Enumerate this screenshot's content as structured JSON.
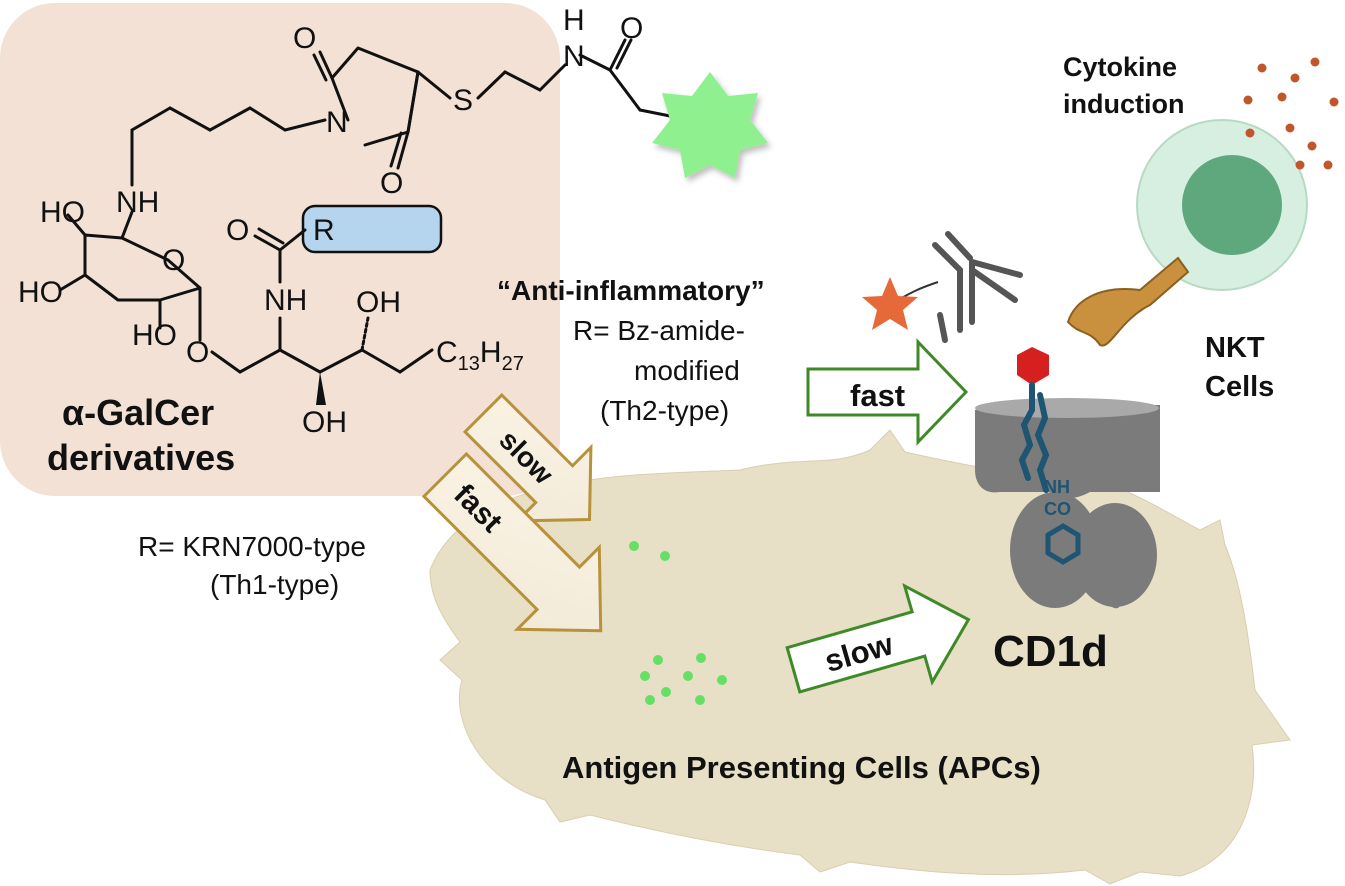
{
  "colors": {
    "galcer_box": "#f3e1d5",
    "r_box": "#b5d4ee",
    "apc_cell": "#e7dfc6",
    "cd1d": "#7b7b7b",
    "hexagon": "#d61f1f",
    "lipid": "#1d5573",
    "fluor_star": "#8ff08f",
    "nkt_outer": "#d6efe0",
    "nkt_inner": "#5fa87d",
    "cytokine": "#c1562b",
    "orange_star": "#e6693a",
    "tcr": "#c9913e",
    "arrow_gold": "#b8913b",
    "arrow_green": "#3d8a27"
  },
  "galcer": {
    "title_line1": "α-GalCer",
    "title_line2": "derivatives",
    "r_label": "R"
  },
  "chem_labels": {
    "o_imide_top": "O",
    "n_imide": "N",
    "o_imide_bottom": "O",
    "s_atom": "S",
    "nh_h": "H",
    "nh_n": "N",
    "o_amide": "O",
    "nh_linker": "NH",
    "ho_1": "HO",
    "ho_2": "HO",
    "ho_3": "HO",
    "o_ring": "O",
    "o_glyco": "O",
    "o_carbonyl": "O",
    "nh_amide": "NH",
    "oh_top": "OH",
    "oh_bottom": "OH",
    "chain_c": "C",
    "chain_13": "13",
    "chain_h": "H",
    "chain_27": "27"
  },
  "labels": {
    "anti_inflammatory": "“Anti-inflammatory”",
    "bz_line1": "R= Bz-amide-",
    "bz_line2": "modified",
    "bz_line3": "(Th2-type)",
    "krn_line1": "R= KRN7000-type",
    "krn_line2": "(Th1-type)",
    "cytokine_line1": "Cytokine",
    "cytokine_line2": "induction",
    "nkt_line1": "NKT",
    "nkt_line2": "Cells",
    "cd1d": "CD1d",
    "apc": "Antigen Presenting Cells (APCs)",
    "nh_in_groove": "NH",
    "co_in_groove": "CO"
  },
  "arrows": {
    "gold_top": "slow",
    "gold_bottom": "fast",
    "green_top": "fast",
    "green_bottom": "slow"
  }
}
